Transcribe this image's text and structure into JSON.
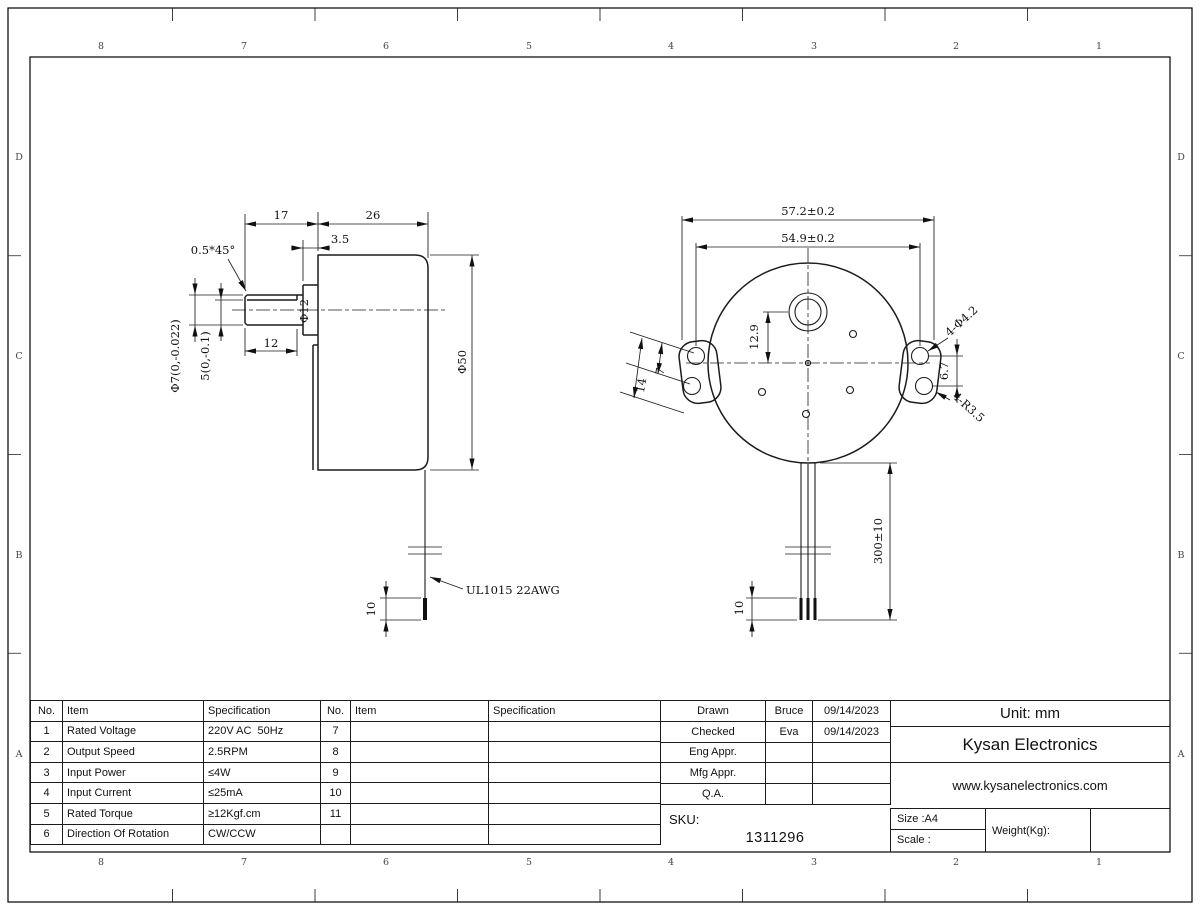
{
  "sheet": {
    "zones_cols": [
      "8",
      "7",
      "6",
      "5",
      "4",
      "3",
      "2",
      "1"
    ],
    "zones_rows": [
      "D",
      "C",
      "B",
      "A"
    ]
  },
  "side_view": {
    "shaft_len": "17",
    "body_len": "26",
    "boss_len": "3.5",
    "boss_dia": "Φ12",
    "body_dia": "Φ50",
    "flat_len": "12",
    "chamfer": "0.5*45°",
    "shaft_dia": "Φ7(0,-0.022)",
    "flat_width": "5(0,-0.1)",
    "strip_len": "10",
    "wire_label": "UL1015  22AWG"
  },
  "front_view": {
    "overall_width": "57.2±0.2",
    "hole_span": "54.9±0.2",
    "shaft_offset": "12.9",
    "ear_dim_14": "14",
    "ear_dim_7": "7",
    "hole_callout": "4-Φ4.2",
    "radius_callout": "4-R3.5",
    "hole_offset": "6.7",
    "wire_len": "300±10",
    "strip_len": "10"
  },
  "spec_table": {
    "headers": [
      "No.",
      "Item",
      "Specification",
      "No.",
      "Item",
      "Specification"
    ],
    "rows": [
      [
        "1",
        "Rated Voltage",
        "220V AC  50Hz",
        "7",
        "",
        ""
      ],
      [
        "2",
        "Output Speed",
        "2.5RPM",
        "8",
        "",
        ""
      ],
      [
        "3",
        "Input Power",
        "≤4W",
        "9",
        "",
        ""
      ],
      [
        "4",
        "Input Current",
        "≤25mA",
        "10",
        "",
        ""
      ],
      [
        "5",
        "Rated Torque",
        "≥12Kgf.cm",
        "11",
        "",
        ""
      ],
      [
        "6",
        "Direction Of Rotation",
        "CW/CCW",
        "",
        "",
        ""
      ]
    ]
  },
  "title_block": {
    "approvals": [
      [
        "Drawn",
        "Bruce",
        "09/14/2023"
      ],
      [
        "Checked",
        "Eva",
        "09/14/2023"
      ],
      [
        "Eng Appr.",
        "",
        ""
      ],
      [
        "Mfg Appr.",
        "",
        ""
      ],
      [
        "Q.A.",
        "",
        ""
      ]
    ],
    "unit": "Unit: mm",
    "company": "Kysan Electronics",
    "website": "www.kysanelectronics.com",
    "sku_label": "SKU:",
    "sku_number": "1311296",
    "size": "Size :A4",
    "scale": "Scale :",
    "weight": "Weight(Kg):"
  }
}
